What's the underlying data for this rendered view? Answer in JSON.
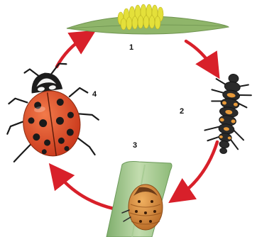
{
  "stages": [
    {
      "label": "1",
      "subject": "egg-cluster-icon"
    },
    {
      "label": "2",
      "subject": "larva-icon"
    },
    {
      "label": "3",
      "subject": "pupa-icon"
    },
    {
      "label": "4",
      "subject": "adult-ladybug-icon"
    }
  ],
  "colors": {
    "arrow": "#d8202a",
    "leaf": "#8fb56a",
    "eggs": "#e4e03a",
    "ladybug": "#e2542a",
    "spots": "#1a1a1a",
    "stem": "#9cc08a",
    "pupa": "#d48a3c",
    "larva": "#2a2a2a",
    "larva_spots": "#e89a3a"
  }
}
